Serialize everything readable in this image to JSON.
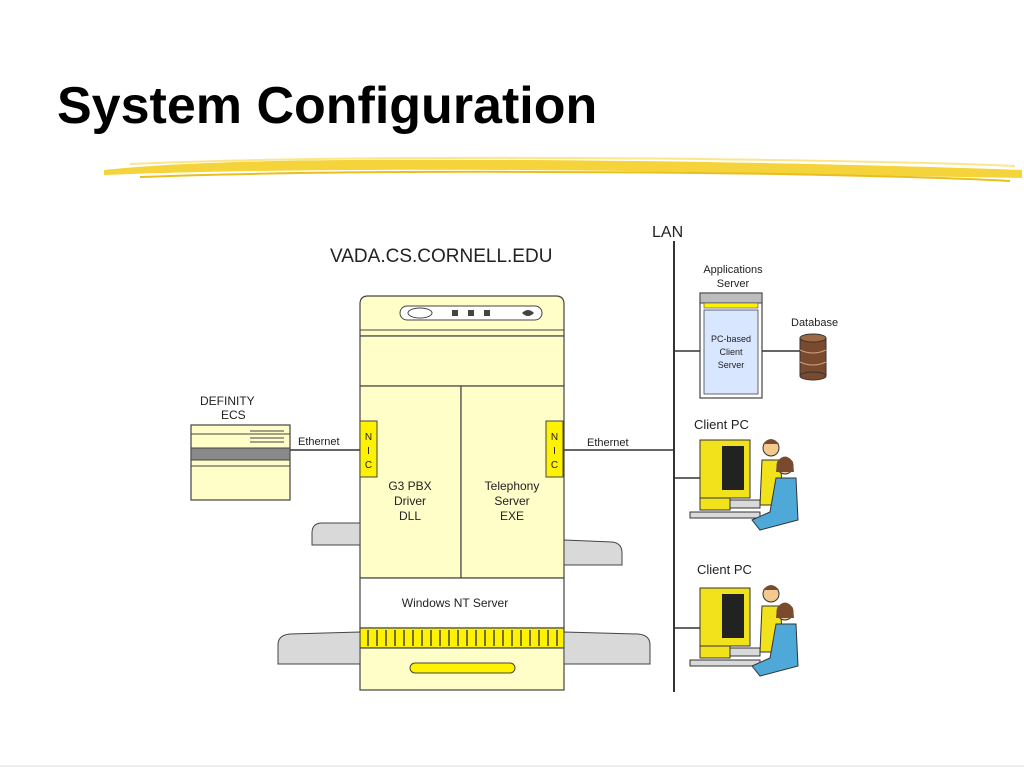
{
  "slide": {
    "title": "System Configuration"
  },
  "diagram": {
    "server_hostname": "VADA.CS.CORNELL.EDU",
    "lan_label": "LAN",
    "definity_label_line1": "DEFINITY",
    "definity_label_line2": "ECS",
    "ethernet_left": "Ethernet",
    "ethernet_right": "Ethernet",
    "nic_letters": [
      "N",
      "I",
      "C"
    ],
    "pbx_driver_lines": [
      "G3 PBX",
      "Driver",
      "DLL"
    ],
    "telephony_lines": [
      "Telephony",
      "Server",
      "EXE"
    ],
    "os_label": "Windows NT Server",
    "app_server_label_lines": [
      "Applications",
      "Server"
    ],
    "app_server_screen_lines": [
      "PC-based",
      "Client",
      "Server"
    ],
    "database_label": "Database",
    "client_pc_1": "Client  PC",
    "client_pc_2": "Client  PC"
  },
  "colors": {
    "cream": "#FFFDC8",
    "nic_yellow": "#FFF200",
    "highlighter": "#F5D33A",
    "monitor_yellow": "#F2E21C",
    "person_blue": "#4FA9D8",
    "skin": "#F3C98E",
    "db_brown": "#7A4A2E",
    "server_screen": "#D8E6FF"
  }
}
